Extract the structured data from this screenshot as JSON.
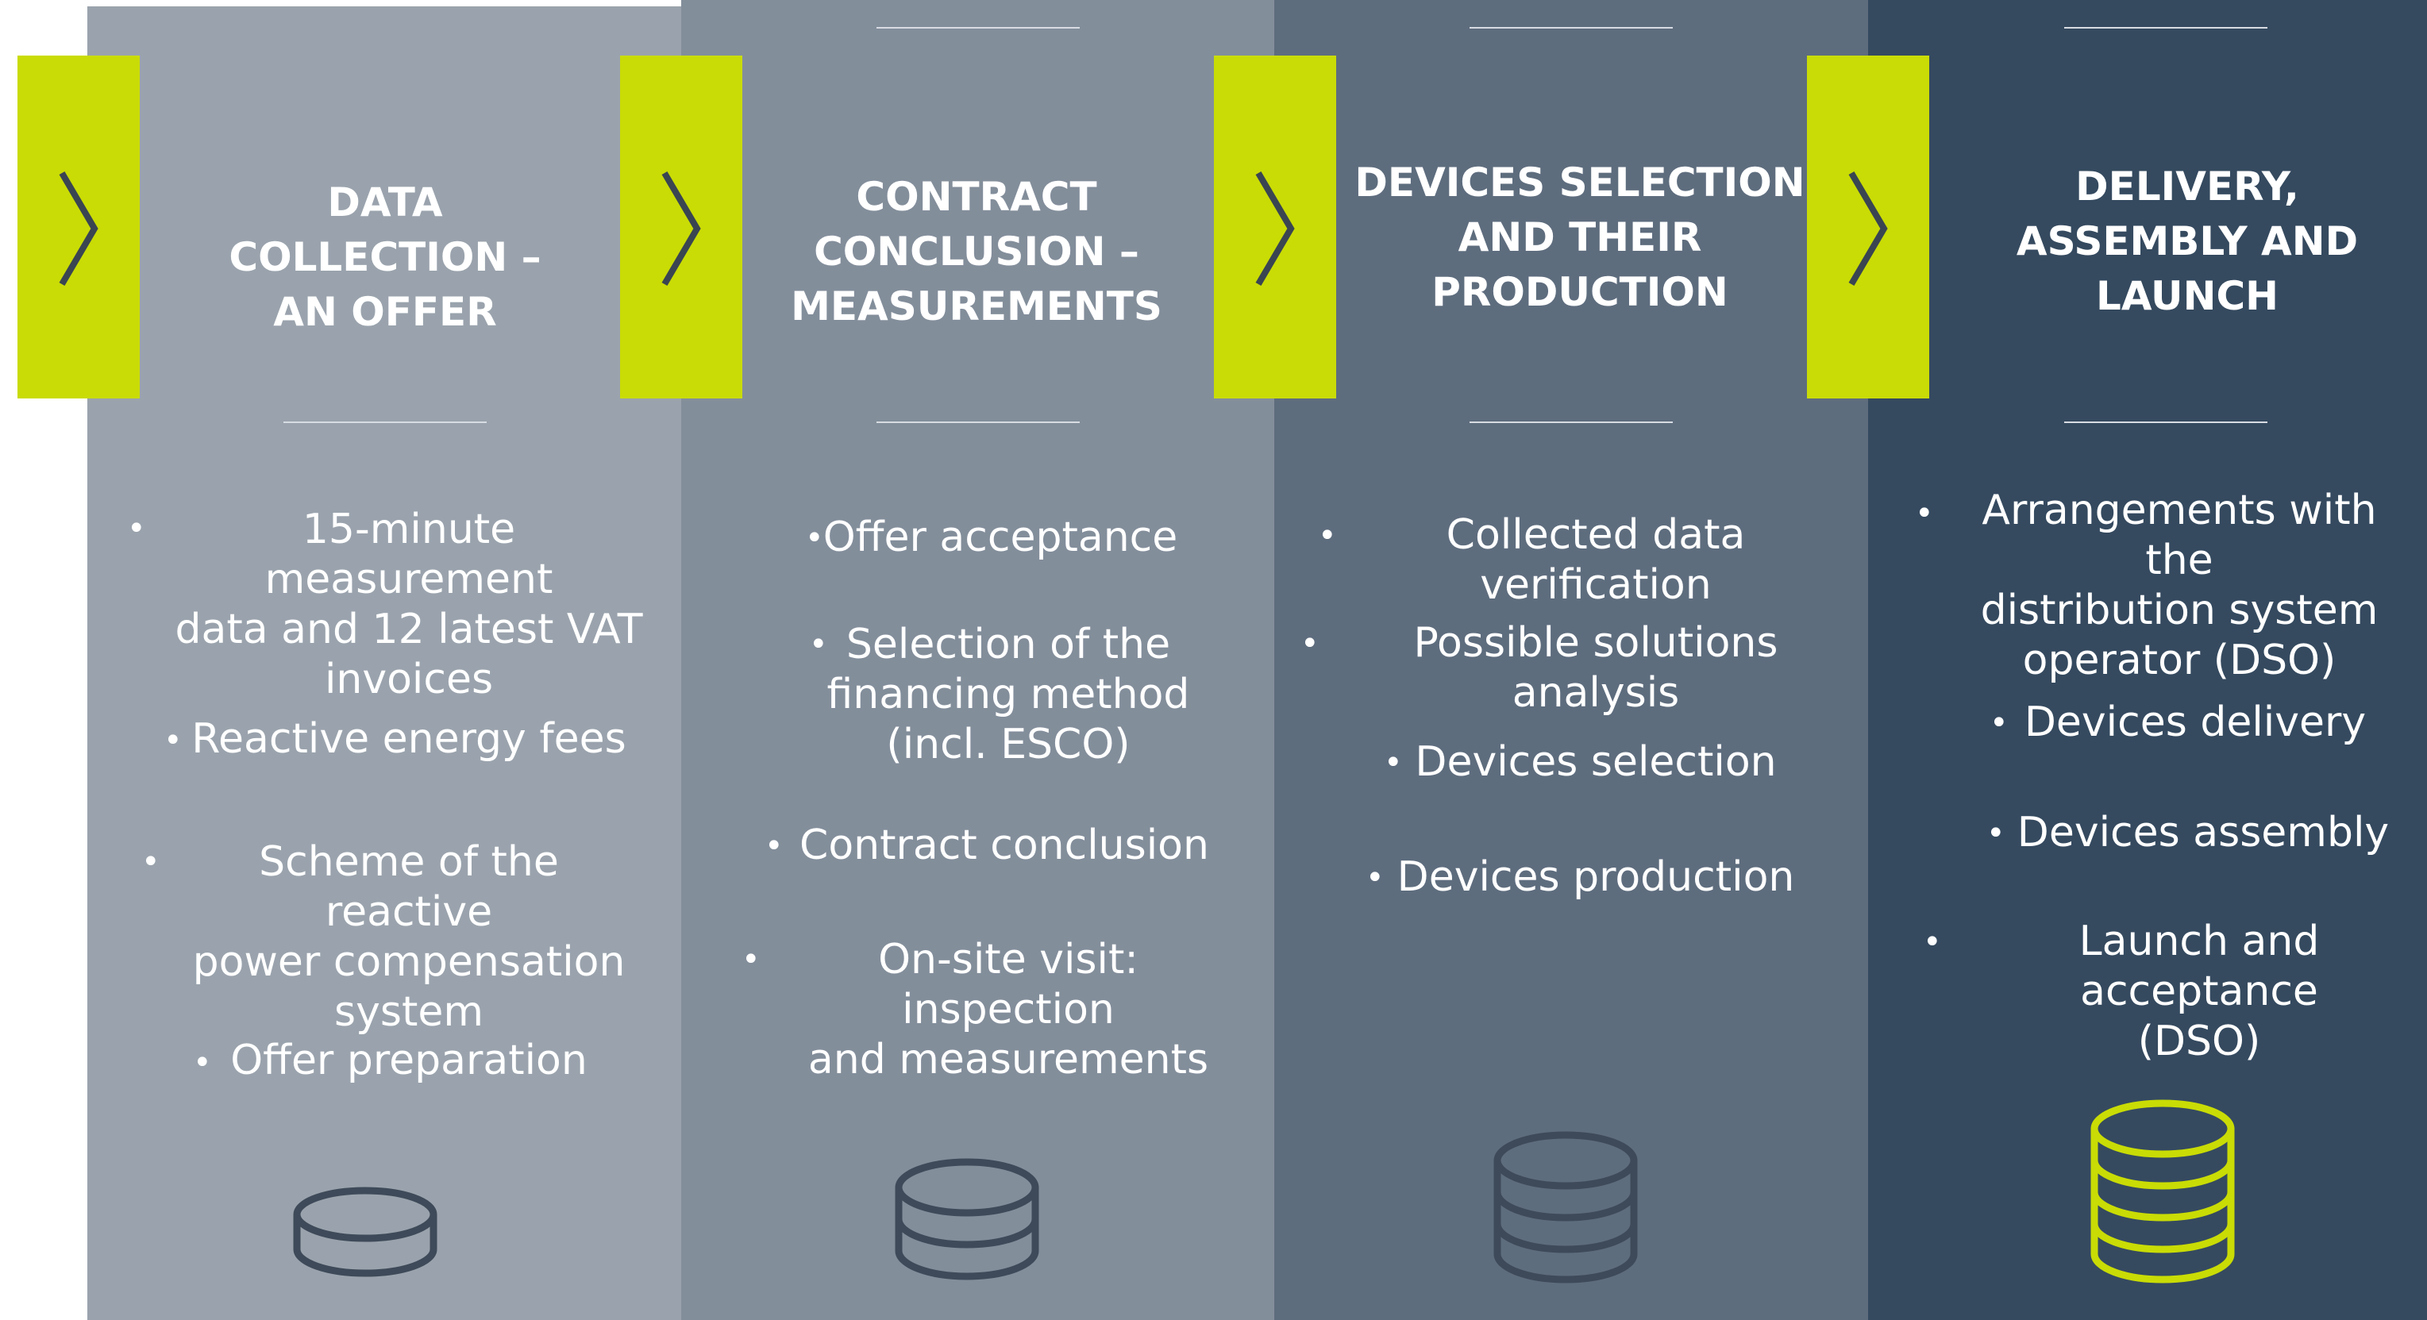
{
  "columns": [
    {
      "title": [
        "DATA",
        "COLLECTION –",
        "AN OFFER"
      ],
      "items": [
        [
          "15-minute measurement",
          "data and 12 latest VAT",
          "invoices"
        ],
        [
          "Reactive energy fees"
        ],
        [
          "Scheme of the reactive",
          "power compensation",
          "system"
        ],
        [
          "Offer preparation"
        ]
      ],
      "coin_layers": 1
    },
    {
      "title": [
        "CONTRACT",
        "CONCLUSION –",
        "MEASUREMENTS"
      ],
      "items": [
        [
          "Offer acceptance"
        ],
        [
          "Selection of the",
          "financing method",
          "(incl. ESCO)"
        ],
        [
          "Contract conclusion"
        ],
        [
          "On-site visit: inspection",
          "and measurements"
        ]
      ],
      "coin_layers": 2
    },
    {
      "title": [
        "DEVICES SELECTION",
        "AND THEIR",
        "PRODUCTION"
      ],
      "items": [
        [
          "Collected data verification"
        ],
        [
          "Possible solutions analysis"
        ],
        [
          "Devices selection"
        ],
        [
          "Devices production"
        ]
      ],
      "coin_layers": 3
    },
    {
      "title": [
        "DELIVERY,",
        "ASSEMBLY AND",
        "LAUNCH"
      ],
      "items": [
        [
          "Arrangements with the",
          "distribution system",
          "operator (DSO)"
        ],
        [
          "Devices delivery"
        ],
        [
          "Devices assembly"
        ],
        [
          "Launch and acceptance",
          "(DSO)"
        ]
      ],
      "coin_layers": 4
    }
  ],
  "colors": {
    "accent": "#c9dc05",
    "icon_dark": "#3e4a59",
    "text": "#ffffff"
  }
}
